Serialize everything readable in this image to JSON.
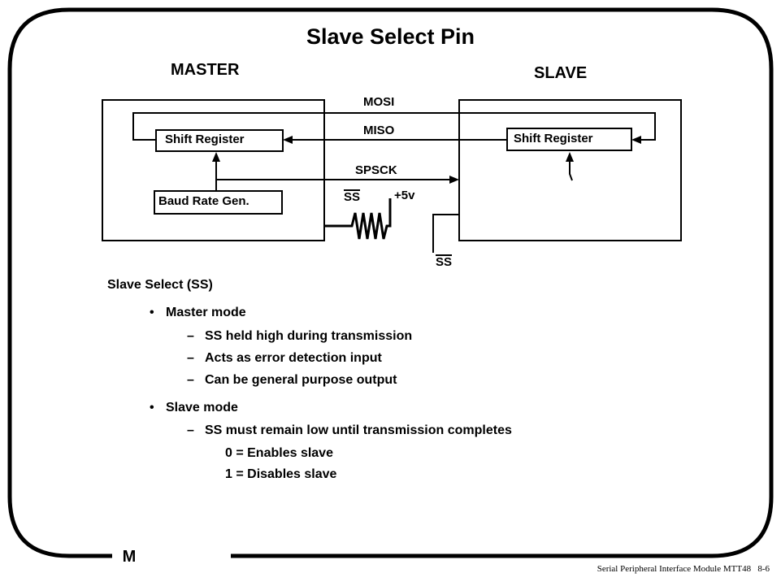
{
  "title": "Slave Select Pin",
  "diagram": {
    "master_label": "MASTER",
    "slave_label": "SLAVE",
    "master_shift_register": "Shift Register",
    "slave_shift_register": "Shift Register",
    "baud_rate_gen": "Baud Rate Gen.",
    "signals": {
      "mosi": "MOSI",
      "miso": "MISO",
      "spsck": "SPSCK",
      "ss_master": "SS",
      "plus5v": "+5v",
      "ss_slave": "SS"
    }
  },
  "content": {
    "heading": "Slave Select (SS)",
    "master_mode": {
      "label": "Master mode",
      "items": [
        "SS held high during transmission",
        "Acts as error detection input",
        "Can be general purpose output"
      ]
    },
    "slave_mode": {
      "label": "Slave mode",
      "items": [
        "SS must remain low until transmission completes"
      ],
      "sub_items": [
        "0 = Enables slave",
        "1 = Disables slave"
      ]
    }
  },
  "bullet_symbol": "•",
  "dash_symbol": "–",
  "logo": "M",
  "footer": {
    "module": "Serial Peripheral Interface Module MTT48",
    "page": "8-6"
  }
}
